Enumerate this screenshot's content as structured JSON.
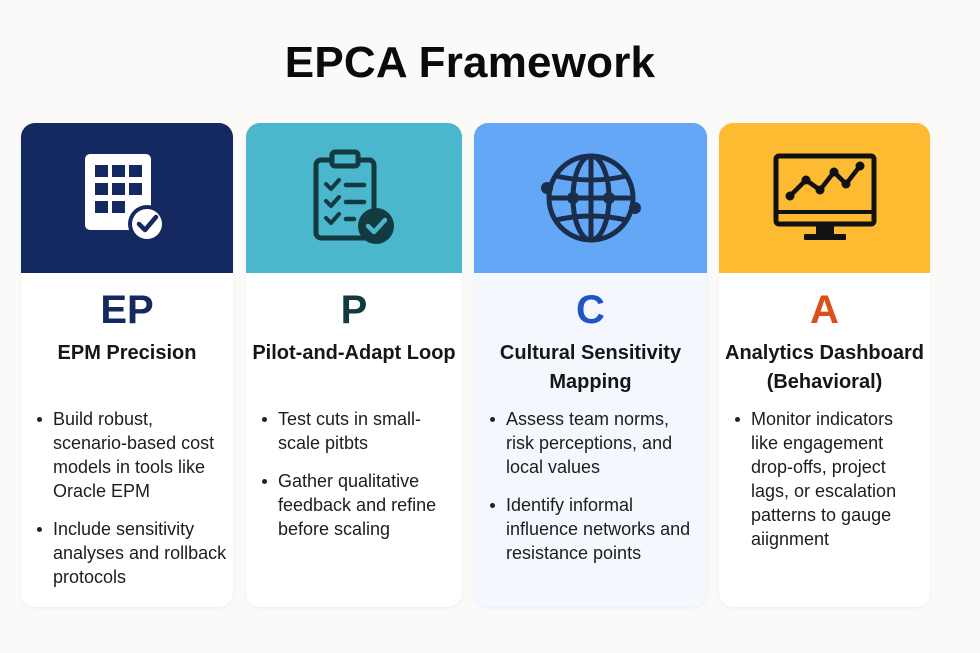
{
  "title": "EPCA Framework",
  "colors": {
    "ep_header": "#14295f",
    "p_header": "#4ab7cc",
    "c_header": "#64a7f7",
    "a_header": "#fdbb31",
    "ep_letter": "#14295f",
    "p_letter": "#123a40",
    "c_letter": "#1f56c7",
    "a_letter": "#d9501c"
  },
  "cards": [
    {
      "letter": "EP",
      "name": "EPM Precision",
      "icon": "spreadsheet-check-icon",
      "bullets": [
        "Build robust, scenario-based cost models in tools like Oracle EPM",
        "Include sensitivity analyses and rollback protocols"
      ]
    },
    {
      "letter": "P",
      "name": "Pilot-and-Adapt Loop",
      "icon": "clipboard-checklist-icon",
      "bullets": [
        "Test cuts in small-scale pitbts",
        "Gather qualitative feedback and refine before scaling"
      ]
    },
    {
      "letter": "C",
      "name": "Cultural Sensitivity Mapping",
      "icon": "globe-network-icon",
      "bullets": [
        "Assess team norms, risk perceptions, and local values",
        "Identify informal influence networks and resistance points"
      ]
    },
    {
      "letter": "A",
      "name": "Analytics Dashboard (Behavioral)",
      "icon": "monitor-chart-icon",
      "bullets": [
        "Monitor indicators like engagement drop-offs, project lags, or escalation patterns to gauge aiignment"
      ]
    }
  ]
}
